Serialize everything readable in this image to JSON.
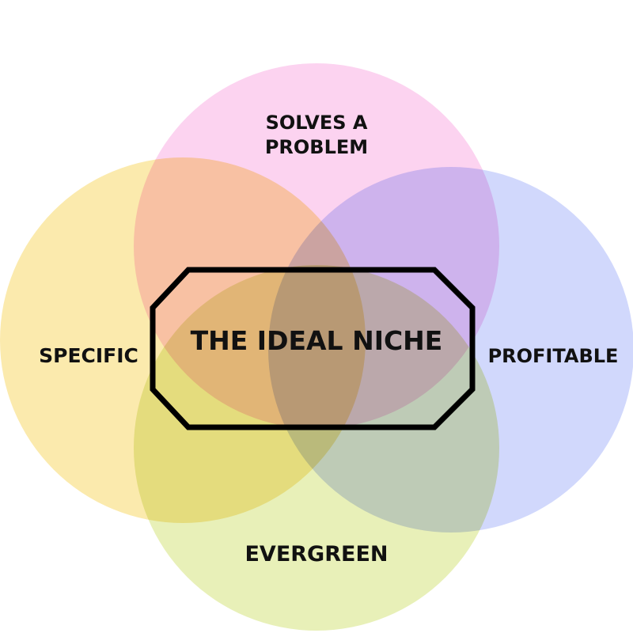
{
  "diagram": {
    "center_label": "THE IDEAL NICHE",
    "circles": {
      "top": {
        "label_line1": "SOLVES A",
        "label_line2": "PROBLEM",
        "color": "#FCD3F0"
      },
      "left": {
        "label": "SPECIFIC",
        "color": "#FBEAAD"
      },
      "right": {
        "label": "PROFITABLE",
        "color": "#D1D8FC"
      },
      "bottom": {
        "label": "EVERGREEN",
        "color": "#E8F0B8"
      }
    },
    "outline_color": "#000000"
  }
}
